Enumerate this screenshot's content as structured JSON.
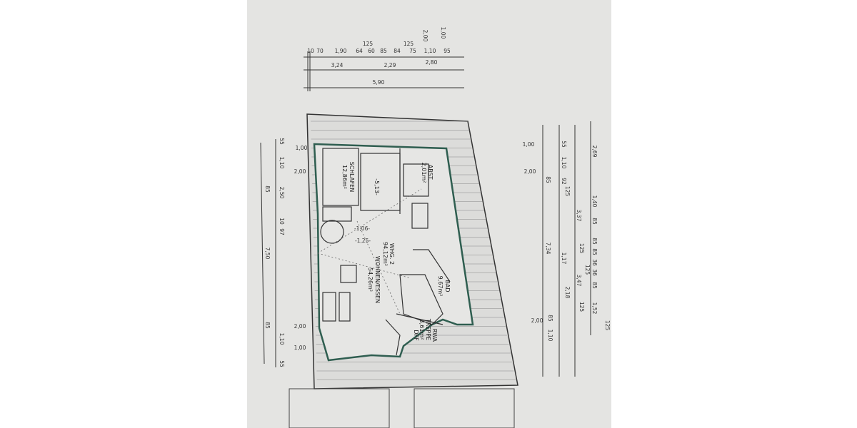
{
  "plan": {
    "colors": {
      "paper": "#e4e4e2",
      "outline_green": "#2f5e50",
      "ink": "#333333"
    },
    "rooms": {
      "schlafen": {
        "name": "SCHLAFEN",
        "area": "12,86m²"
      },
      "schrank": "-5,13-",
      "abst": {
        "name": "ABST.",
        "area": "2,01m²"
      },
      "whg": {
        "name": "WHG. 2",
        "area": "94,12m²"
      },
      "wohnen": {
        "name": "WOHNEN/ESSEN",
        "area": "54,26m²"
      },
      "bad": {
        "name": "BAD",
        "area": "9,67m²"
      },
      "treppe": {
        "name": "TREPPE",
        "area": "3,61m²"
      },
      "rwa": "RWA",
      "dff": "DFF",
      "dim_106": "-1,06-",
      "dim_125": "-1,25-"
    },
    "top_dims": [
      "10",
      "70",
      "1,90",
      "64",
      "60",
      "85",
      "84",
      "75",
      "1,10",
      "95",
      "125",
      "125",
      "2,00",
      "1,00",
      "3,24",
      "2,29",
      "2,80",
      "5,90"
    ],
    "left_dims": [
      "55",
      "1,10",
      "1,00",
      "2,00",
      "85",
      "2,50",
      "10",
      "97",
      "7,50",
      "85",
      "2,00",
      "1,10",
      "1,00",
      "55"
    ],
    "right_dims": [
      "1,00",
      "55",
      "1,10",
      "2,69",
      "2,00",
      "85",
      "92",
      "125",
      "1,40",
      "3,37",
      "85",
      "85",
      "7,34",
      "125",
      "85",
      "1,17",
      "36",
      "36",
      "125",
      "3,47",
      "85",
      "2,18",
      "125",
      "1,52",
      "125",
      "2,00",
      "85",
      "1,10"
    ]
  }
}
